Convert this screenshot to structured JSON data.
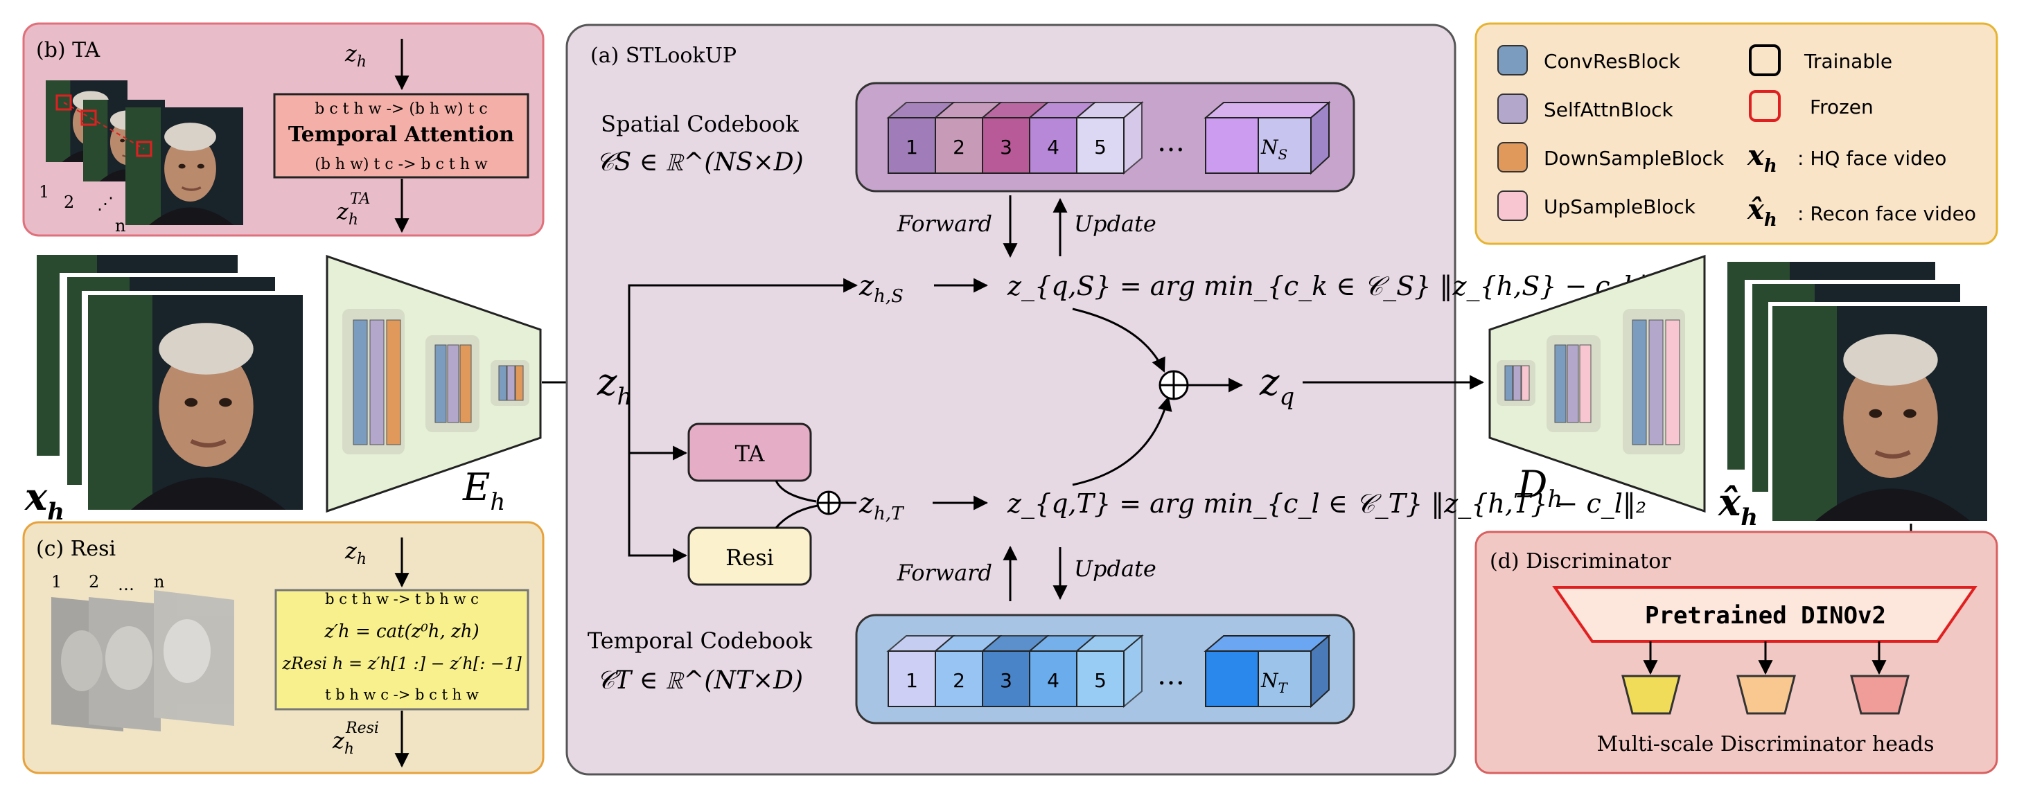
{
  "colors": {
    "ta_panel": "#e8bcc9",
    "ta_border": "#e0707a",
    "resi_panel": "#f0e4c4",
    "resi_border": "#e8a23c",
    "center_panel": "#e6d9e4",
    "center_border": "#555555",
    "legend_panel": "#f9e4c8",
    "legend_border": "#e6b430",
    "disc_panel": "#f2c8c4",
    "disc_border": "#d96060",
    "trapezoid": "#e6f0d6",
    "conv": "#7b9cbf",
    "attn": "#b4a7cc",
    "down": "#e0995a",
    "up": "#f7c6d0",
    "spatial_bar": "#c6a4cc",
    "temporal_bar": "#a8c4e4"
  },
  "ta": {
    "title": "(b) TA",
    "input": "z",
    "input_sub": "h",
    "op_top": "b c t h w -> (b h w) t c",
    "op_mid": "Temporal Attention",
    "op_bot": "(b h w) t c -> b c t h w",
    "output": "z",
    "output_sub": "h",
    "output_sup": "TA",
    "frame_labels": [
      "1",
      "2",
      "n"
    ]
  },
  "resi": {
    "title": "(c) Resi",
    "input": "z",
    "input_sub": "h",
    "frame_labels": [
      "1",
      "2",
      "…",
      "n"
    ],
    "op_1": "b c t h w -> t b h w c",
    "op_2": "z′h = cat(z⁰h, zh)",
    "op_3": "zResi h = z′h[1 :] − z′h[: −1]",
    "op_4": "t b h w c -> b c t h w",
    "output": "z",
    "output_sub": "h",
    "output_sup": "Resi"
  },
  "stlookup": {
    "title": "(a) STLookUP",
    "spatial_title": "Spatial Codebook",
    "spatial_symbol": "𝒞S ∈ ℝ^(NS×D)",
    "spatial_cells": [
      "1",
      "2",
      "3",
      "4",
      "5"
    ],
    "spatial_last": "N",
    "spatial_last_sub": "S",
    "spatial_colors": [
      "#a07cb8",
      "#c79ab8",
      "#b85a98",
      "#b888d8",
      "#dcd8f4"
    ],
    "temporal_title": "Temporal Codebook",
    "temporal_symbol": "𝒞T ∈ ℝ^(NT×D)",
    "temporal_cells": [
      "1",
      "2",
      "3",
      "4",
      "5"
    ],
    "temporal_last": "N",
    "temporal_last_sub": "T",
    "temporal_colors": [
      "#cdd0f4",
      "#98c4f4",
      "#4a84c8",
      "#6aacec",
      "#98ccf4"
    ],
    "forward": "Forward",
    "update": "Update",
    "zh": "z",
    "zh_sub": "h",
    "zhS": "z",
    "zhS_sub": "h,S",
    "zhT": "z",
    "zhT_sub": "h,T",
    "eq_spatial": "z_{q,S} = arg min_{c_k ∈ 𝒞_S} ‖z_{h,S} − c_k‖₂",
    "eq_temporal": "z_{q,T} = arg min_{c_l ∈ 𝒞_T} ‖z_{h,T} − c_l‖₂",
    "zq": "z",
    "zq_sub": "q",
    "ta_box": "TA",
    "resi_box": "Resi"
  },
  "encoder": {
    "label": "E",
    "label_sub": "h",
    "input": "x",
    "input_sub": "h"
  },
  "decoder": {
    "label": "D",
    "label_sub": "h",
    "output": "x̂",
    "output_sub": "h"
  },
  "legend": {
    "items": [
      {
        "label": "ConvResBlock",
        "color": "#7b9cbf"
      },
      {
        "label": "SelfAttnBlock",
        "color": "#b4a7cc"
      },
      {
        "label": "DownSampleBlock",
        "color": "#e0995a"
      },
      {
        "label": "UpSampleBlock",
        "color": "#f7c6d0"
      }
    ],
    "trainable": "Trainable",
    "frozen": "Frozen",
    "xh_desc": ": HQ face video",
    "xhat_desc": ": Recon face video"
  },
  "discriminator": {
    "title": "(d) Discriminator",
    "backbone": "Pretrained DINOv2",
    "heads_label": "Multi-scale Discriminator heads",
    "head_colors": [
      "#f0dc58",
      "#f8c890",
      "#f09c98"
    ]
  }
}
